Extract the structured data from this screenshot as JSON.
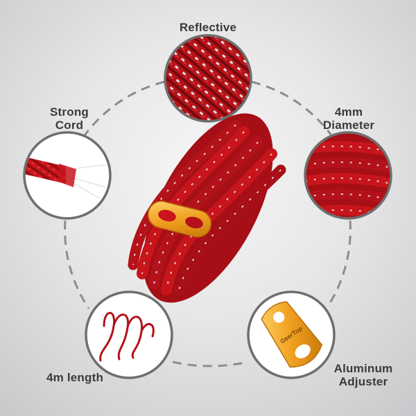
{
  "features": [
    {
      "line1": "Reflective",
      "line2": ""
    },
    {
      "line1": "Strong",
      "line2": "Cord"
    },
    {
      "line1": "4mm",
      "line2": "Diameter"
    },
    {
      "line1": "4m length",
      "line2": ""
    },
    {
      "line1": "Aluminum",
      "line2": "Adjuster"
    }
  ],
  "adjuster_logo": "GeerTop",
  "colors": {
    "rope_red": "#c8151c",
    "rope_dark": "#7a0a0e",
    "reflective": "#f2f2f2",
    "adjuster_orange": "#f0a020",
    "circle_border": "#6e6e6e",
    "dashed_ring": "#8c8c8c",
    "label_text": "#3a3a3a"
  }
}
